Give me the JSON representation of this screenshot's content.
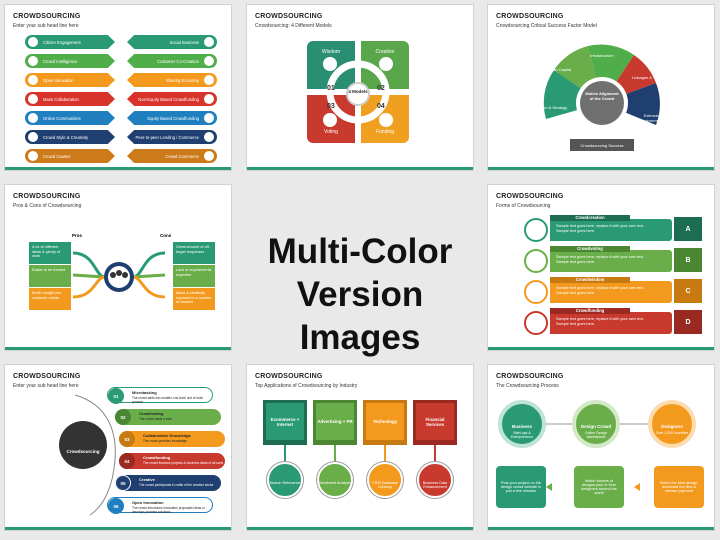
{
  "center": {
    "line1": "Multi-Color",
    "line2": "Version Images"
  },
  "slide1": {
    "title": "CROWDSOURCING",
    "subtitle": "Enter your sub head line here",
    "left_items": [
      "Citizen Engagement",
      "Crowd Intelligence",
      "Open Innovation",
      "Mass Collaboration",
      "Online Communities",
      "Crowd Style & Creativity",
      "Crowd Causes"
    ],
    "right_items": [
      "Social Business",
      "Customer Co-Creation",
      "Sharing Economy",
      "Non-Equity Based Crowdfunding",
      "Equity Based Crowdfunding",
      "Peer-to-peer Lending / Commerce",
      "Crowd Commerce"
    ],
    "colors": [
      "#2a9a74",
      "#4fae49",
      "#f39a1e",
      "#d9342b",
      "#1f7fbf",
      "#1e3f6f",
      "#cc7a1a"
    ]
  },
  "slide2": {
    "title": "CROWDSOURCING",
    "subtitle": "Crowdsourcing: 4 Different Models",
    "quads": [
      {
        "label": "Wisdom",
        "num": "01",
        "color": "#2a8f72"
      },
      {
        "label": "Creation",
        "num": "02",
        "color": "#5aa64b"
      },
      {
        "label": "Voting",
        "num": "03",
        "color": "#c93a2e"
      },
      {
        "label": "Funding",
        "num": "04",
        "color": "#f0a020"
      }
    ],
    "center_label": "4 Models"
  },
  "slide3": {
    "title": "CROWDSOURCING",
    "subtitle": "Crowdsourcing Critical Success Factor Model",
    "segments": [
      "Vision & Strategy",
      "Human Capital",
      "Infrastructure",
      "Linkages & Trust",
      "External Environment"
    ],
    "center": "Motive Alignment of the Crowd",
    "bottom": "Crowdsourcing Success"
  },
  "slide4": {
    "title": "CROWDSOURCING",
    "subtitle": "Pros & Cons of Crowdsourcing",
    "pros_label": "Pros",
    "cons_label": "Cons",
    "pros": [
      "A lot of different ideas & plenty of work",
      "Easier to be funded",
      "Better insight into customer needs"
    ],
    "cons": [
      "Great amount of off-target responses",
      "Lack of requirements expertise",
      "Ideas & creativity exposed to a number of viewers"
    ]
  },
  "slide6": {
    "title": "CROWDSOURCING",
    "subtitle": "Forms of Crowdsourcing",
    "rows": [
      {
        "name": "Crowdcreation",
        "letter": "A",
        "color": "#2a9a74",
        "dark": "#1c6d51"
      },
      {
        "name": "Crowdvoting",
        "letter": "B",
        "color": "#6aae4a",
        "dark": "#4b8733"
      },
      {
        "name": "Crowdwisdom",
        "letter": "C",
        "color": "#f39a1e",
        "dark": "#c77a11"
      },
      {
        "name": "Crowdfunding",
        "letter": "D",
        "color": "#c93a2e",
        "dark": "#9a2a21"
      }
    ],
    "row_text": "Sample text goes here, replace it with your own text. Sample text goes here."
  },
  "slide7": {
    "title": "CROWDSOURCING",
    "subtitle": "Enter your sub head line here",
    "hub": "Crowdsourcing",
    "steps": [
      {
        "num": "01",
        "title": "Microtasking",
        "desc": "The crowd adds into smaller, low-level unit of work process",
        "color": "#2a9a74"
      },
      {
        "num": "02",
        "title": "Crowdvoting",
        "desc": "The crowd casts a vote",
        "color": "#6aae4a"
      },
      {
        "num": "03",
        "title": "Collaborative Knowledge",
        "desc": "The crowd provides knowledge",
        "color": "#f39a1e"
      },
      {
        "num": "04",
        "title": "Crowdfunding",
        "desc": "The crowd finances projects & business ideas of all sorts",
        "color": "#c93a2e"
      },
      {
        "num": "05",
        "title": "Creative",
        "desc": "The crowd participants in crafts of the creative sector",
        "color": "#1e3f6f"
      },
      {
        "num": "06",
        "title": "Open Innovation",
        "desc": "The crowd introduces innovation proposals ideas or develops problem solutions",
        "color": "#1f7fbf"
      }
    ]
  },
  "slide8": {
    "title": "CROWDSOURCING",
    "subtitle": "Top Applications of Crowdsourcing by Industry",
    "apps": [
      {
        "label": "Ecommerce + Internet",
        "sub": "Search Relevance",
        "color": "#2a9a74"
      },
      {
        "label": "Advertising + PR",
        "sub": "Sentiment Analysis",
        "color": "#6aae4a"
      },
      {
        "label": "Technology",
        "sub": "CRM Database Cleanup",
        "color": "#f39a1e"
      },
      {
        "label": "Financial Services",
        "sub": "Business Data Enhancement",
        "color": "#c93a2e"
      }
    ]
  },
  "slide9": {
    "title": "CROWDSOURCING",
    "subtitle": "The Crowdsourcing Process",
    "stages": [
      {
        "title": "Business",
        "desc": "Start-ups & Entrepreneurs",
        "box": "Post your project on the design crowd website in just a few minutes",
        "color": "#2a9a74"
      },
      {
        "title": "Design Crowd",
        "desc": "Online Design Marketplace",
        "box": "Watch dozens of designs pour in from designers around the world",
        "color": "#6aae4a"
      },
      {
        "title": "Designers",
        "desc": "Over 1,000 countries",
        "box": "Select the best design, download the files & release payment",
        "color": "#f39a1e"
      }
    ]
  }
}
